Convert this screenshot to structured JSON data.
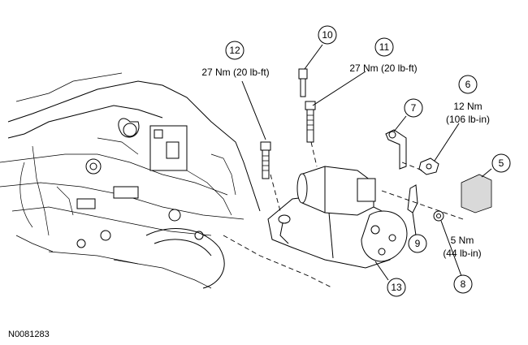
{
  "callouts": [
    {
      "id": "c12",
      "number": "12",
      "torque": "27 Nm (20 lb-ft)",
      "torque2": ""
    },
    {
      "id": "c10",
      "number": "10",
      "torque": "",
      "torque2": ""
    },
    {
      "id": "c11",
      "number": "11",
      "torque": "27 Nm (20 lb-ft)",
      "torque2": ""
    },
    {
      "id": "c6",
      "number": "6",
      "torque": "12 Nm",
      "torque2": "(106 lb-in)"
    },
    {
      "id": "c7",
      "number": "7",
      "torque": "",
      "torque2": ""
    },
    {
      "id": "c5",
      "number": "5",
      "torque": "",
      "torque2": ""
    },
    {
      "id": "c9",
      "number": "9",
      "torque": "",
      "torque2": ""
    },
    {
      "id": "c8",
      "number": "8",
      "torque": "5 Nm",
      "torque2": "(44 lb-in)"
    },
    {
      "id": "c13",
      "number": "13",
      "torque": "",
      "torque2": ""
    }
  ],
  "reference_number": "N0081283"
}
